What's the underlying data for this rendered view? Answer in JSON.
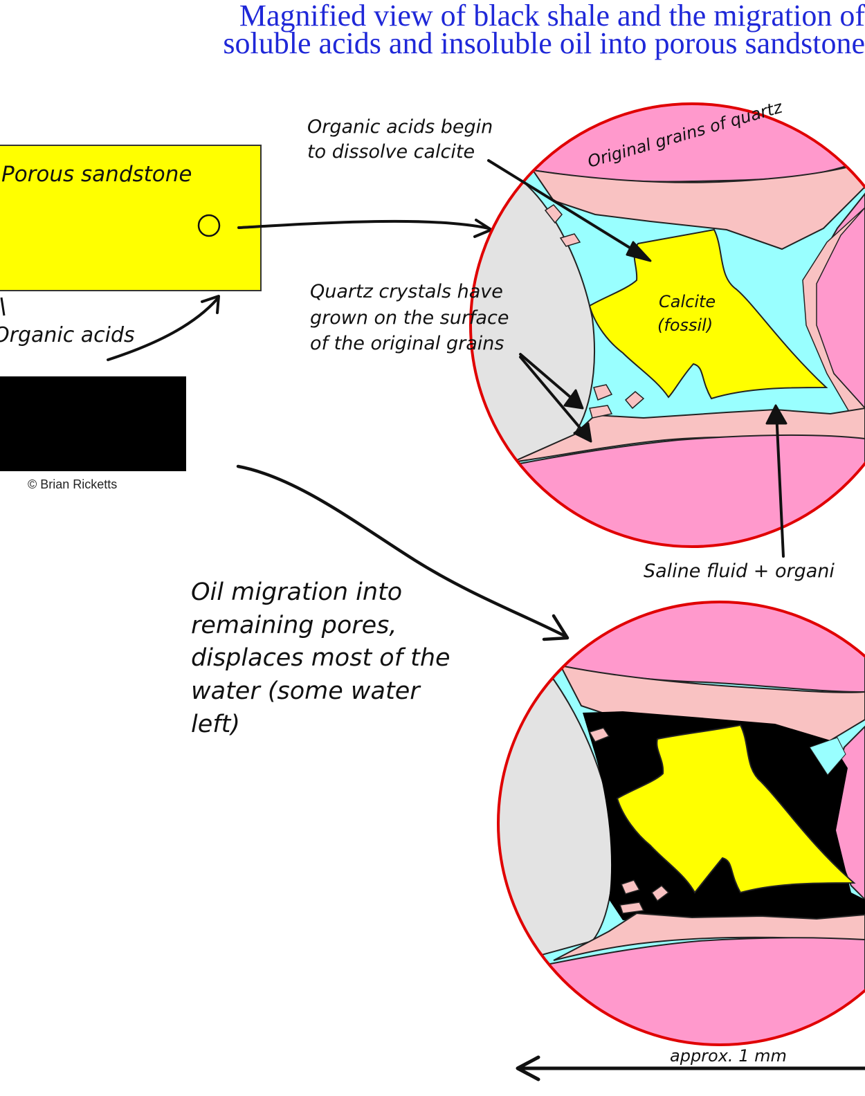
{
  "title": {
    "line1": "Magnified view of black shale and the migration of",
    "line2": "soluble acids and insoluble oil into porous sandstone"
  },
  "labels": {
    "porous_sandstone": "Porous sandstone",
    "organic_acids": "Organic acids",
    "copyright": "© Brian Ricketts",
    "acids_dissolve": [
      "Organic acids begin",
      "to dissolve calcite"
    ],
    "original_grains": "Original grains of quartz",
    "quartz_crystals": [
      "Quartz crystals have",
      "grown on the surface",
      "of the original grains"
    ],
    "calcite": [
      "Calcite",
      "(fossil)"
    ],
    "saline_fluid": "Saline fluid + organi",
    "oil_migration": [
      "Oil migration into",
      "remaining pores,",
      "displaces most of the",
      "water (some water",
      "left)"
    ],
    "scale": "approx. 1 mm"
  },
  "colors": {
    "title": "#1f28d8",
    "sandstone": "#ffff00",
    "shale": "#000000",
    "quartz_grain": "#ff99cc",
    "quartz_overgrowth": "#f9c2c2",
    "grey_grain": "#e3e3e3",
    "pore_water": "#99ffff",
    "calcite": "#ffff00",
    "oil": "#000000",
    "circle_outline": "#e00000"
  }
}
